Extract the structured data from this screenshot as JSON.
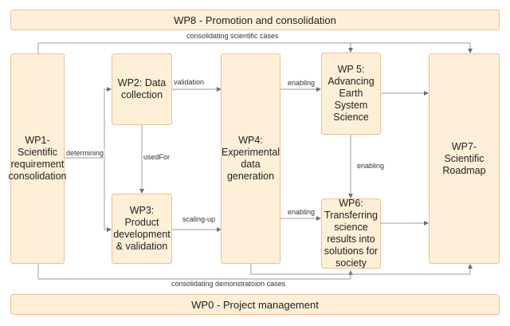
{
  "diagram": {
    "banners": {
      "top": "WP8 - Promotion and consolidation",
      "bottom": "WP0 - Project management"
    },
    "nodes": {
      "wp1": "WP1-\nScientific\nrequirement\nconsolidation",
      "wp2": "WP2: Data\ncollection",
      "wp3": "WP3:\nProduct\ndevelopment\n& validation",
      "wp4": "WP4:\nExperimental\ndata\ngeneration",
      "wp5": "WP 5:\nAdvancing\nEarth\nSystem\nScience",
      "wp6": "WP6:\nTransferring\nscience\nresults into\nsolutions for\nsociety",
      "wp7": "WP7-\nScientific\nRoadmap"
    },
    "edge_labels": {
      "consolidating_scientific": "consolidating scientific cases",
      "determining": "determining",
      "validation": "validation",
      "used_for": "usedFor",
      "scaling_up": "scaling-up",
      "enabling_wp4_wp5": "enabling",
      "enabling_wp5_wp6": "enabling",
      "enabling_wp4_wp6": "enabling",
      "consolidating_demonstration": "consolidating demonstratoion cases"
    },
    "colors": {
      "box_fill": "#fdf0d7",
      "box_border": "#f0bf94",
      "edge": "#9a9ea6"
    }
  }
}
